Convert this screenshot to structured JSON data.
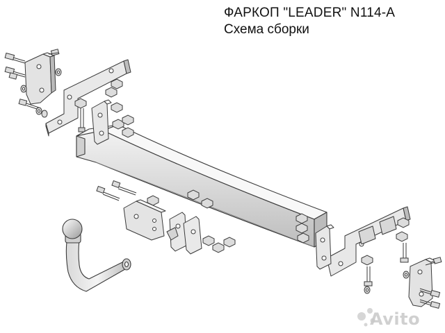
{
  "header": {
    "title": "ФАРКОП \"LEADER\" N114-A",
    "subtitle": "Схема сборки"
  },
  "watermark": {
    "text": "Avito"
  },
  "colors": {
    "outline": "#3a3a3a",
    "metal_light": "#e6e6e6",
    "metal_mid": "#c8c8c8",
    "metal_dark": "#a9a9a9",
    "watermark": "#c8c8c8"
  }
}
